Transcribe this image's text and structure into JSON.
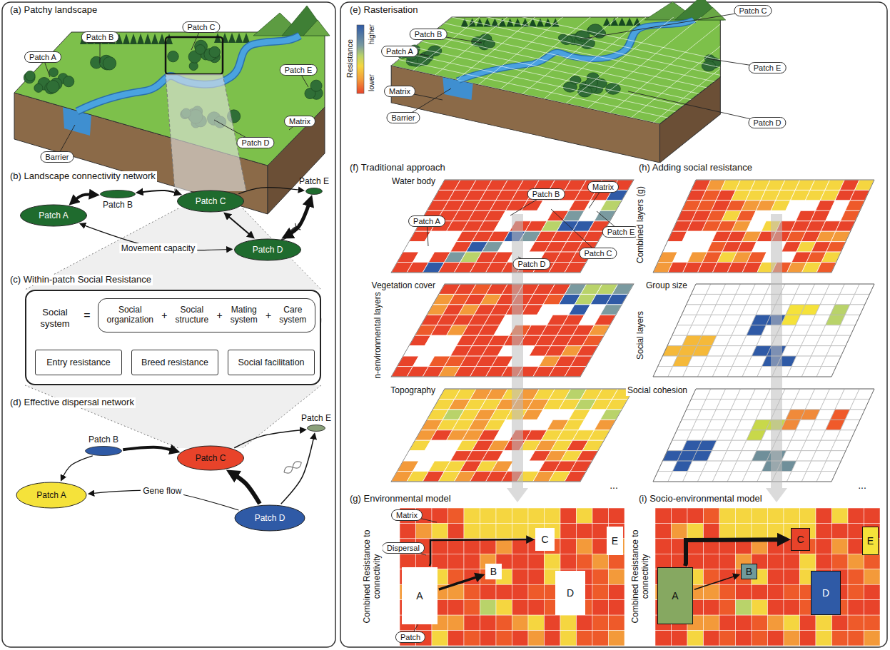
{
  "diagram": {
    "nodes": [
      {
        "text": [
          "Patch A"
        ]
      },
      {
        "text": [
          "Patch B"
        ]
      },
      {
        "text": [
          "Patch C"
        ]
      },
      {
        "text": [
          "Patch E"
        ]
      },
      {
        "text": [
          "Matrix"
        ]
      },
      {
        "text": [
          "Patch D"
        ]
      },
      {
        "text": [
          "Barrier"
        ]
      },
      {
        "text": [
          "Patch B"
        ]
      },
      {
        "text": [
          "Patch C"
        ]
      },
      {
        "text": [
          "Patch E"
        ]
      },
      {
        "text": [
          "Patch A"
        ]
      },
      {
        "text": [
          "Patch D"
        ]
      },
      {
        "text": [
          "Social system"
        ]
      },
      {
        "text": [
          "Social organization",
          "+",
          "Social structure",
          "+",
          "Mating system",
          "+",
          "Care system"
        ],
        "in": 12
      },
      {
        "text": [
          "Entry resistance"
        ],
        "in": 12
      },
      {
        "text": [
          "Breed resistance"
        ],
        "in": 12
      },
      {
        "text": [
          "Social facilitation"
        ],
        "in": 12
      },
      {
        "text": [
          "Patch E"
        ]
      },
      {
        "text": [
          "Patch B"
        ]
      },
      {
        "text": [
          "Patch C"
        ]
      },
      {
        "text": [
          "Patch A"
        ]
      },
      {
        "text": [
          "Patch D"
        ]
      },
      {
        "text": [
          "Patch B"
        ]
      },
      {
        "text": [
          "Patch A"
        ]
      },
      {
        "text": [
          "Matrix"
        ]
      },
      {
        "text": [
          "Barrier"
        ]
      },
      {
        "text": [
          "Patch C"
        ]
      },
      {
        "text": [
          "Patch E"
        ]
      },
      {
        "text": [
          "Patch D"
        ]
      },
      {
        "text": [
          "Patch B"
        ]
      },
      {
        "text": [
          "Matrix"
        ]
      },
      {
        "text": [
          "Patch A"
        ]
      },
      {
        "text": [
          "Patch E"
        ]
      },
      {
        "text": [
          "Patch C"
        ]
      },
      {
        "text": [
          "Patch D"
        ]
      },
      {
        "text": [
          "Matrix"
        ]
      },
      {
        "text": [
          "Dispersal"
        ]
      },
      {
        "text": [
          "Patch"
        ]
      },
      {
        "text": [
          "A"
        ]
      },
      {
        "text": [
          "B"
        ]
      },
      {
        "text": [
          "C"
        ]
      },
      {
        "text": [
          "D"
        ]
      },
      {
        "text": [
          "E"
        ]
      },
      {
        "text": [
          "A"
        ]
      },
      {
        "text": [
          "B"
        ]
      },
      {
        "text": [
          "C"
        ]
      },
      {
        "text": [
          "D"
        ]
      },
      {
        "text": [
          "E"
        ]
      }
    ],
    "edges": [
      {
        "from": 10,
        "to": 7,
        "arrow": "both"
      },
      {
        "from": 7,
        "to": 8,
        "arrow": "both"
      },
      {
        "from": 8,
        "to": 9,
        "arrow": "to"
      },
      {
        "from": 10,
        "to": 11,
        "arrow": "both",
        "label": "Movement capacity"
      },
      {
        "from": 8,
        "to": 11,
        "arrow": "both"
      },
      {
        "from": 11,
        "to": 9,
        "arrow": "both"
      },
      {
        "from": 18,
        "to": 20,
        "arrow": "to"
      },
      {
        "from": 18,
        "to": 19,
        "arrow": "to"
      },
      {
        "from": 21,
        "to": 20,
        "arrow": "to",
        "label": "Gene flow"
      },
      {
        "from": 21,
        "to": 19,
        "arrow": "to"
      },
      {
        "from": 19,
        "to": 17,
        "arrow": "to"
      },
      {
        "from": 21,
        "to": 17,
        "arrow": "to"
      },
      {
        "from": 38,
        "to": 40,
        "arrow": "to"
      },
      {
        "from": 38,
        "to": 39,
        "arrow": "to"
      },
      {
        "from": 43,
        "to": 45,
        "arrow": "to"
      },
      {
        "from": 43,
        "to": 44,
        "arrow": "to"
      }
    ],
    "labels": [
      "(a) Patchy landscape",
      "(b) Landscape connectivity network",
      "(c) Within-patch Social Resistance",
      "=",
      "(d) Effective dispersal network",
      "(e) Rasterisation",
      "Resistance",
      "higher",
      "lower",
      "(f) Traditional approach",
      "n-environmental layers",
      "Water body",
      "Vegetation cover",
      "Topography",
      "...",
      "(g) Environmental model",
      "Combined Resistance to connectivity",
      "(h) Adding social resistance",
      "Combined layers (g)",
      "Social layers",
      "Group size",
      "Social cohesion",
      "...",
      "(i) Socio-environmental model",
      "Combined Resistance to connectivity"
    ]
  }
}
